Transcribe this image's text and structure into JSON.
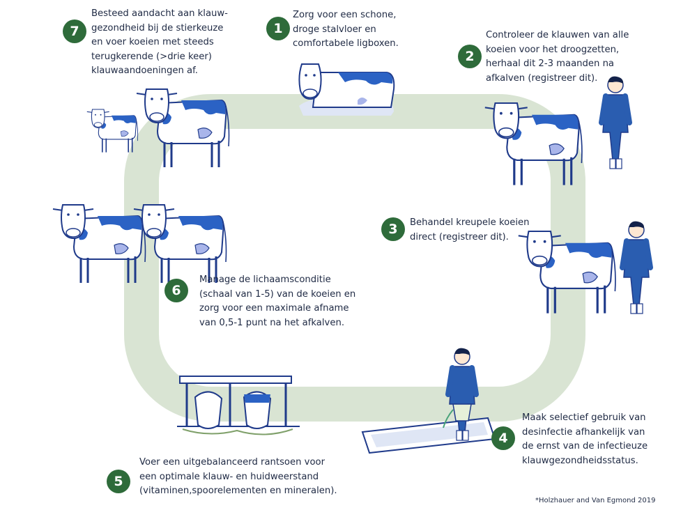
{
  "colors": {
    "loop": "#d9e4d3",
    "badge": "#2e6b3a",
    "text": "#1f2a44",
    "cow_spot": "#2b62c4",
    "cow_outline": "#1f3a8a",
    "udder": "#a9b5ea",
    "farmer_suit": "#2a5db0"
  },
  "steps": [
    {
      "number": "1",
      "text": "Zorg voor een schone,\ndroge stalvloer en\ncomfortabele ligboxen."
    },
    {
      "number": "2",
      "text": "Controleer de klauwen van alle\nkoeien voor het droogzetten,\nherhaal dit 2-3 maanden na\nafkalven (registreer dit)."
    },
    {
      "number": "3",
      "text": "Behandel kreupele koeien\ndirect (registreer dit)."
    },
    {
      "number": "4",
      "text": "Maak selectief gebruik van\ndesinfectie afhankelijk van\nde ernst van de infectieuze\nklauwgezondheidsstatus."
    },
    {
      "number": "5",
      "text": "Voer een uitgebalanceerd rantsoen voor\neen optimale klauw- en huidweerstand\n(vitaminen,spoorelementen en mineralen)."
    },
    {
      "number": "6",
      "text": "Manage de lichaamsconditie\n(schaal van 1-5) van de koeien en\nzorg voor een maximale afname\nvan 0,5-1 punt na het afkalven."
    },
    {
      "number": "7",
      "text": "Besteed aandacht aan klauw-\ngezondheid bij de stierkeuze\nen voer koeien met steeds\nterugkerende (>drie keer)\nklauwaandoeningen af."
    }
  ],
  "footnote": "*Holzhauer and Van Egmond 2019"
}
